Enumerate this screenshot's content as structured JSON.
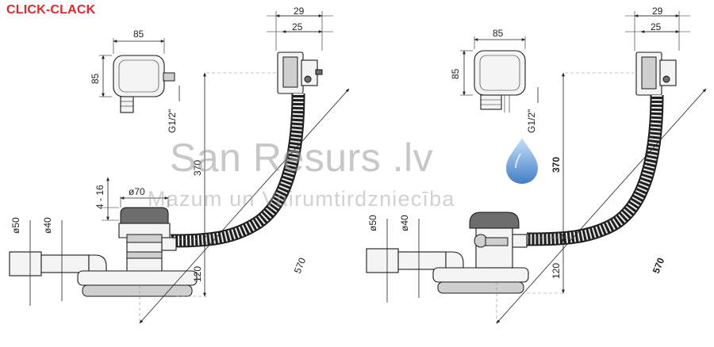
{
  "header": {
    "title": "CLICK-CLACK"
  },
  "watermark": {
    "brand": "San Resurs .lv",
    "tagline": "Mazum un Vairumtirdzniecība"
  },
  "colors": {
    "title": "#e3262a",
    "drop_light": "#7fb6e8",
    "drop_dark": "#2f6fc0"
  },
  "icons": {
    "logo": "water-drop-icon"
  },
  "left_drawing": {
    "valve_width": "85",
    "valve_height": "85",
    "thread": "G1/2\"",
    "head_outer": "29",
    "head_inner": "25",
    "hose_height": "370",
    "stroke": "4 - 16",
    "cap_diameter": "ø70",
    "outlet_outer": "ø50",
    "outlet_inner": "ø40",
    "drain_height": "120",
    "total_length": "570"
  },
  "right_drawing": {
    "valve_width": "85",
    "valve_height": "85",
    "thread": "G1/2\"",
    "head_outer": "29",
    "head_inner": "25",
    "hose_height": "370",
    "outlet_outer": "ø50",
    "outlet_inner": "ø40",
    "drain_height": "120",
    "total_length": "570"
  }
}
